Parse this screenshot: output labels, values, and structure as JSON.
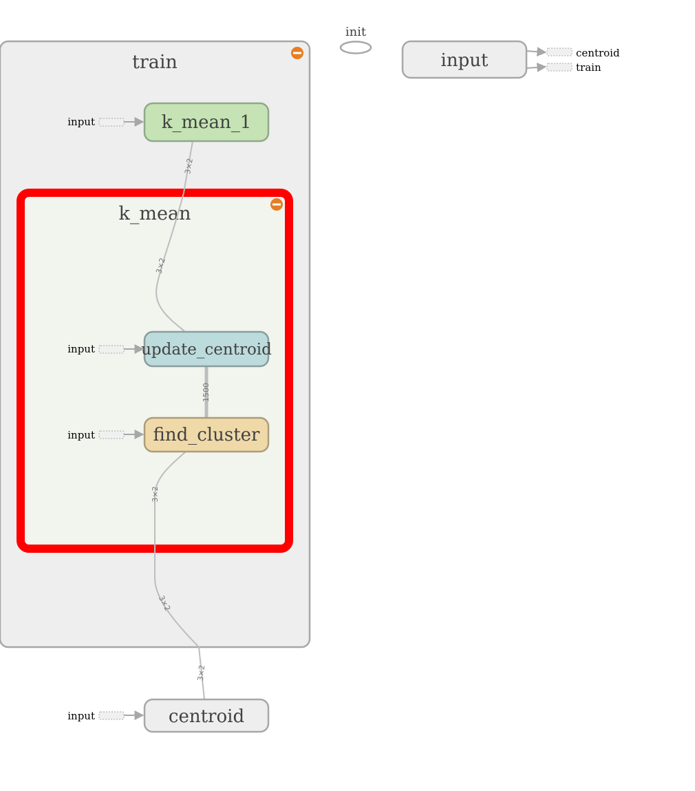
{
  "graph": {
    "groups": {
      "train": {
        "title": "train"
      },
      "k_mean": {
        "title": "k_mean"
      }
    },
    "nodes": {
      "k_mean_1": {
        "title": "k_mean_1",
        "fill": "#c5e3b4",
        "stroke": "#8fa98a"
      },
      "update_centroid": {
        "title": "update_centroid",
        "fill": "#bcdbdc",
        "stroke": "#8b9c9d"
      },
      "find_cluster": {
        "title": "find_cluster",
        "fill": "#f0d9a9",
        "stroke": "#ab9d7a"
      },
      "centroid": {
        "title": "centroid",
        "fill": "#eeeeee",
        "stroke": "#a7a7a7"
      },
      "input": {
        "title": "input",
        "fill": "#eeeeee",
        "stroke": "#a7a7a7"
      },
      "init": {
        "title": "init"
      }
    },
    "ports": {
      "input_label": "input",
      "outputs": [
        "centroid",
        "train"
      ]
    },
    "edges": {
      "shape_3x2": "3×2",
      "shape_1500": "1500"
    },
    "colors": {
      "selection": "#ff0000",
      "expand_button": "#e67e22",
      "group_fill": "#eeeeee",
      "inner_group_fill": "#f1f5ee"
    }
  }
}
